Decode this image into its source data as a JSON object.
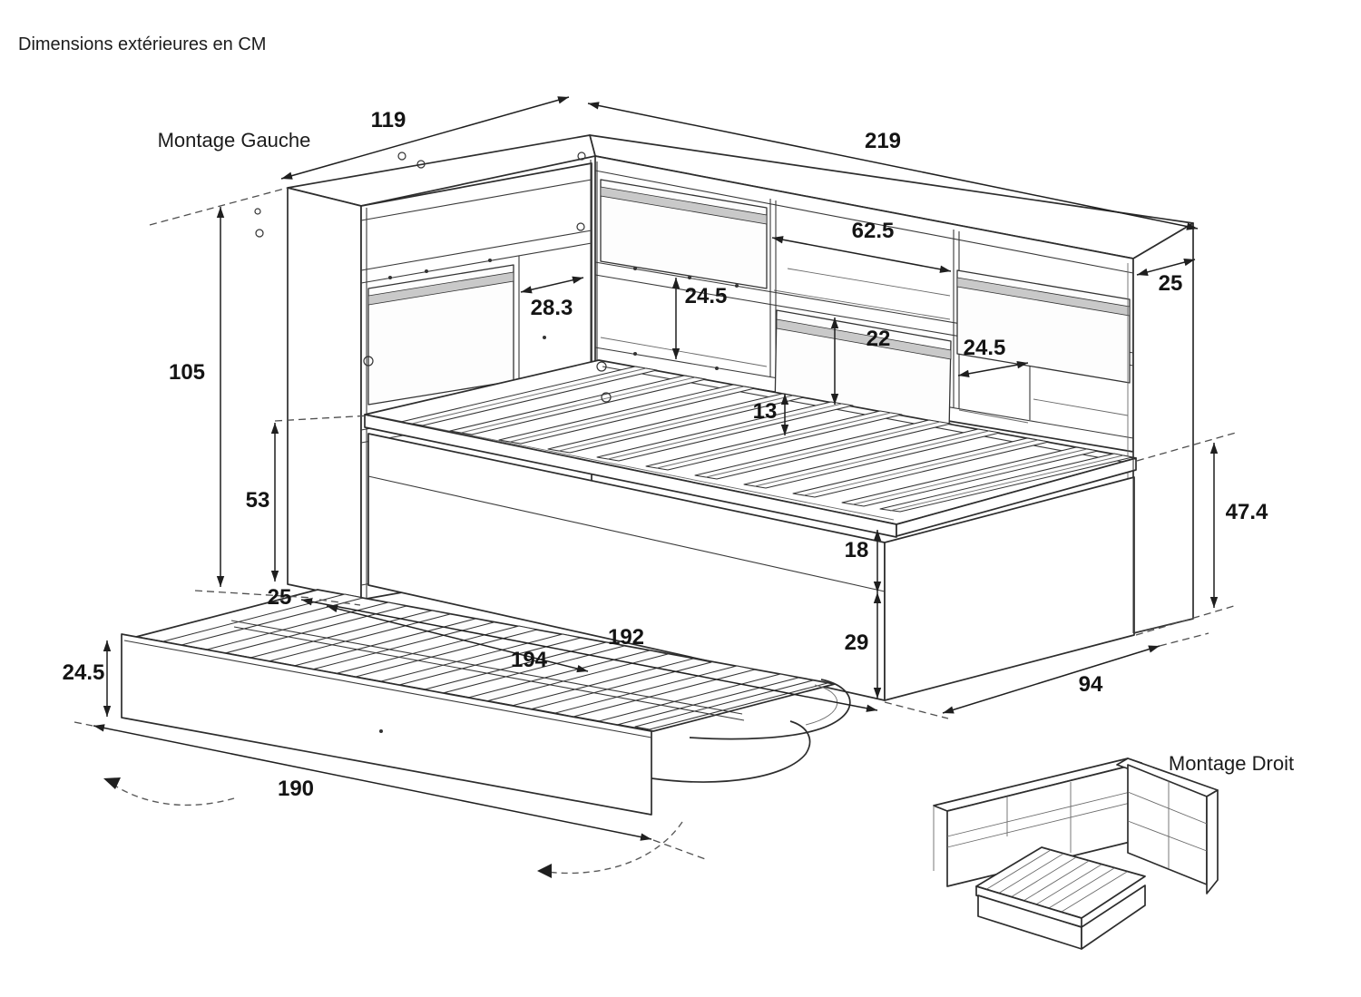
{
  "labels": {
    "title": "Dimensions extérieures en CM",
    "montage_gauche": "Montage Gauche",
    "montage_droit": "Montage Droit"
  },
  "units": "CM",
  "dims": {
    "len119": "119",
    "len219": "219",
    "w62_5": "62.5",
    "d25_right": "25",
    "w28_3": "28.3",
    "h24_5_shelf": "24.5",
    "h22": "22",
    "w24_5_right": "24.5",
    "h105": "105",
    "gap13": "13",
    "h53": "53",
    "h18": "18",
    "h47_4": "47.4",
    "off25": "25",
    "len192": "192",
    "h29": "29",
    "len194": "194",
    "h24_5_trundle": "24.5",
    "d94": "94",
    "len190": "190"
  }
}
